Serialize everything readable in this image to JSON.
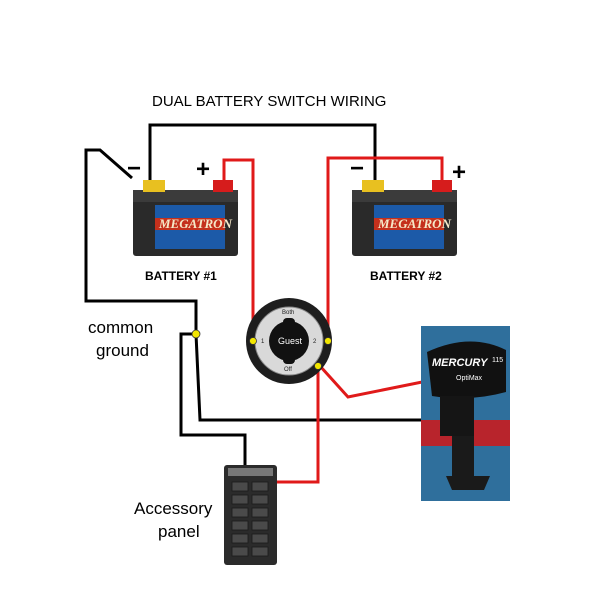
{
  "title": "DUAL BATTERY SWITCH WIRING",
  "battery1": {
    "label": "BATTERY #1",
    "brand": "MEGATRON",
    "minus": "−",
    "plus": "+"
  },
  "battery2": {
    "label": "BATTERY #2",
    "brand": "MEGATRON",
    "minus": "−",
    "plus": "+"
  },
  "switch": {
    "brand": "Guest",
    "both": "Both",
    "pos1": "1",
    "pos2": "2",
    "off": "Off"
  },
  "ground_label": {
    "line1": "common",
    "line2": "ground"
  },
  "accessory_label": {
    "line1": "Accessory",
    "line2": "panel"
  },
  "motor": {
    "brand": "MERCURY",
    "hp": "115",
    "sub": "OptiMax"
  },
  "colors": {
    "positive_wire": "#e01a1a",
    "negative_wire": "#000000",
    "junction": "#f2e600"
  }
}
